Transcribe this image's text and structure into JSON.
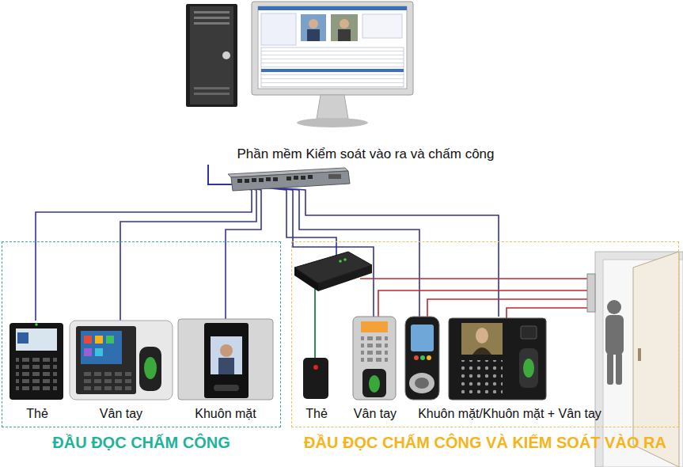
{
  "diagram": {
    "nodes": [
      {
        "text": [
          "Phần mềm Kiểm soát vào ra và chấm công"
        ]
      },
      {
        "text": [
          "ĐẦU ĐỌC CHẤM CÔNG"
        ]
      },
      {
        "text": [
          "Thẻ"
        ],
        "in": 1
      },
      {
        "text": [
          "Vân tay"
        ],
        "in": 1
      },
      {
        "text": [
          "Khuôn mặt"
        ],
        "in": 1
      },
      {
        "text": [
          "ĐẦU ĐỌC CHẤM CÔNG VÀ KIỂM SOÁT VÀO RA"
        ]
      },
      {
        "text": [
          "Thẻ"
        ],
        "in": 5
      },
      {
        "text": [
          "Vân tay"
        ],
        "in": 5
      },
      {
        "text": [
          "Khuôn mặt/Khuôn mặt + Vân tay"
        ],
        "in": 5
      }
    ],
    "edges": [
      {
        "from": 0,
        "to": 2,
        "arrow": "none"
      },
      {
        "from": 0,
        "to": 3,
        "arrow": "none"
      },
      {
        "from": 0,
        "to": 4,
        "arrow": "none"
      },
      {
        "from": 0,
        "to": 6,
        "arrow": "none"
      },
      {
        "from": 0,
        "to": 7,
        "arrow": "none"
      },
      {
        "from": 0,
        "to": 8,
        "arrow": "none"
      },
      {
        "from": 0,
        "to": 8,
        "arrow": "none"
      }
    ]
  }
}
